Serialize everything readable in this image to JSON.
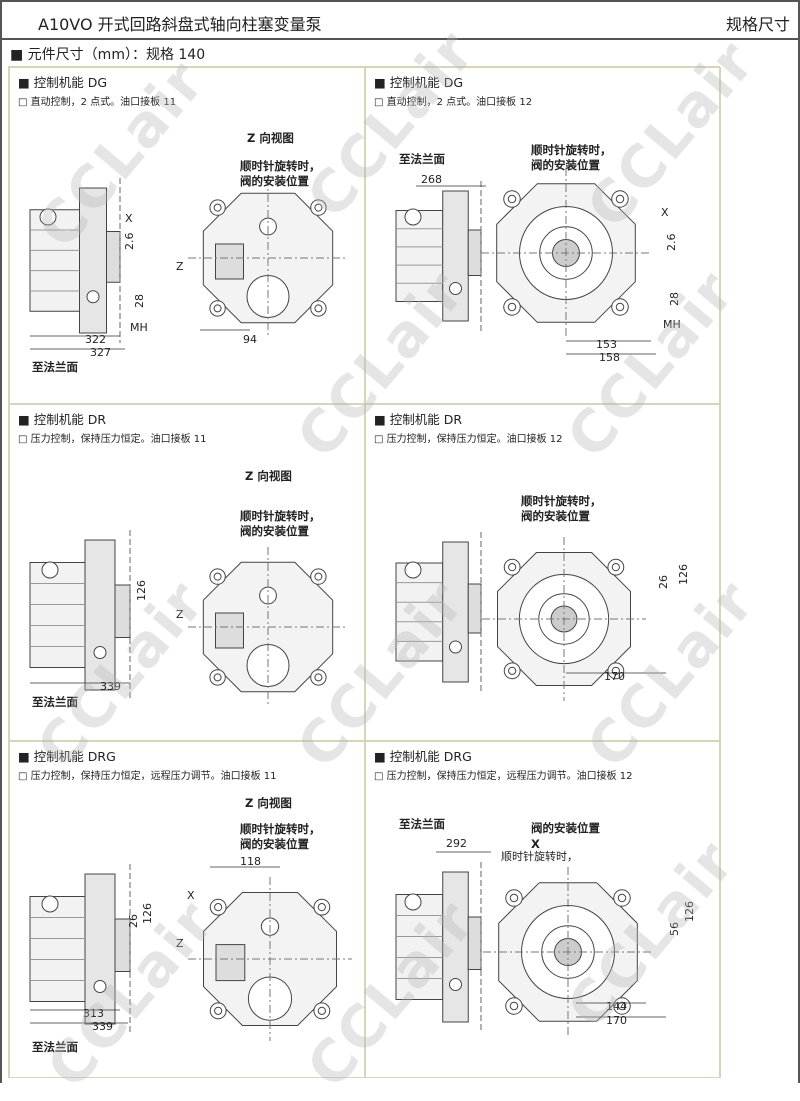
{
  "header": {
    "title": "A10VO 开式回路斜盘式轴向柱塞变量泵",
    "right": "规格尺寸"
  },
  "section": "■ 元件尺寸（mm）：规格 140",
  "watermark": "CCLair",
  "cells": [
    {
      "title": "■  控制机能 DG",
      "subtitle": "□  直动控制，2 点式。油口接板 11",
      "labels": [
        "Z 向视图",
        "顺时针旋转时，",
        "阀的安装位置",
        "X",
        "2.6",
        "Z",
        "28",
        "MH",
        "322",
        "327",
        "至法兰面",
        "94"
      ]
    },
    {
      "title": "■  控制机能 DG",
      "subtitle": "□  直动控制，2 点式。油口接板 12",
      "labels": [
        "至法兰面",
        "268",
        "顺时针旋转时，",
        "阀的安装位置",
        "X",
        "2.6",
        "28",
        "MH",
        "153",
        "158"
      ]
    },
    {
      "title": "■  控制机能 DR",
      "subtitle": "□  压力控制，保持压力恒定。油口接板 11",
      "labels": [
        "Z 向视图",
        "顺时针旋转时，",
        "阀的安装位置",
        "126",
        "Z",
        "339",
        "至法兰面"
      ]
    },
    {
      "title": "■  控制机能 DR",
      "subtitle": "□  压力控制，保持压力恒定。油口接板 12",
      "labels": [
        "顺时针旋转时，",
        "阀的安装位置",
        "26",
        "126",
        "170"
      ]
    },
    {
      "title": "■  控制机能 DRG",
      "subtitle": "□  压力控制，保持压力恒定，远程压力调节。油口接板 11",
      "labels": [
        "Z 向视图",
        "顺时针旋转时，",
        "阀的安装位置",
        "118",
        "X",
        "26",
        "126",
        "Z",
        "313",
        "339",
        "至法兰面"
      ]
    },
    {
      "title": "■  控制机能 DRG",
      "subtitle": "□  压力控制，保持压力恒定，远程压力调节。油口接板 12",
      "labels": [
        "至法兰面",
        "292",
        "顺时针旋转时，",
        "阀的安装位置",
        "X",
        "126",
        "56",
        "144",
        "170"
      ]
    }
  ]
}
